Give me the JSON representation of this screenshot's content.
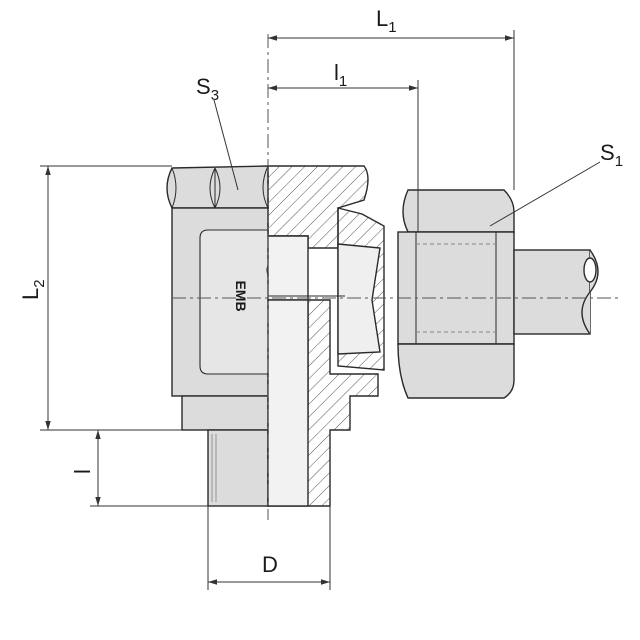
{
  "drawing": {
    "brand_mark": "EMB",
    "dimensions": {
      "L1": {
        "base": "L",
        "sub": "1"
      },
      "l1": {
        "base": "l",
        "sub": "1"
      },
      "L2": {
        "base": "L",
        "sub": "2"
      },
      "l": {
        "base": "l"
      },
      "D": {
        "base": "D"
      },
      "S1": {
        "base": "S",
        "sub": "1"
      },
      "S3": {
        "base": "S",
        "sub": "3"
      }
    },
    "colors": {
      "part_fill": "#dcdcdc",
      "outline": "#2a2a2a",
      "line": "#444444"
    }
  }
}
